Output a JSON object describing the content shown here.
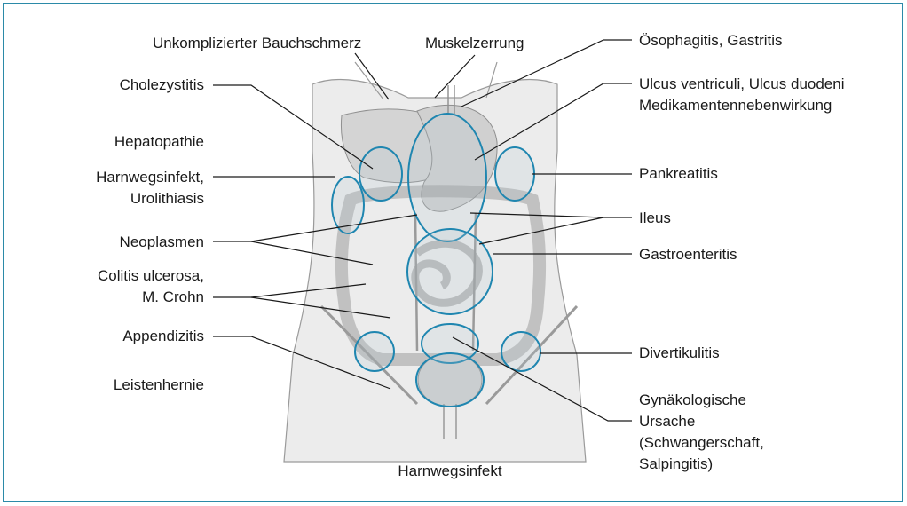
{
  "labels": {
    "unkompliziert": "Unkomplizierter Bauchschmerz",
    "muskelzerrung": "Muskelzerrung",
    "oesophagitis": "Ösophagitis, Gastritis",
    "cholezystitis": "Cholezystitis",
    "ulcus_1": "Ulcus ventriculi, Ulcus duodeni",
    "ulcus_2": "Medikamentennebenwirkung",
    "hepatopathie": "Hepatopathie",
    "harnwegsinfekt_1": "Harnwegsinfekt,",
    "harnwegsinfekt_2": "Urolithiasis",
    "pankreatitis": "Pankreatitis",
    "ileus": "Ileus",
    "neoplasmen": "Neoplasmen",
    "gastroenteritis": "Gastroenteritis",
    "colitis_1": "Colitis ulcerosa,",
    "colitis_2": "M. Crohn",
    "appendizitis": "Appendizitis",
    "divertikulitis": "Divertikulitis",
    "leistenhernie": "Leistenhernie",
    "gyn_1": "Gynäkologische",
    "gyn_2": "Ursache",
    "gyn_3": "(Schwangerschaft,",
    "gyn_4": "Salpingitis)",
    "harnwegsinfekt_bottom": "Harnwegsinfekt"
  },
  "colors": {
    "frame": "#2b8aa8",
    "highlight_circle": "#1f86b0",
    "leader_line": "#1a1a1a",
    "torso_fill": "#ececec",
    "organ_fill": "#cfcfcf"
  }
}
